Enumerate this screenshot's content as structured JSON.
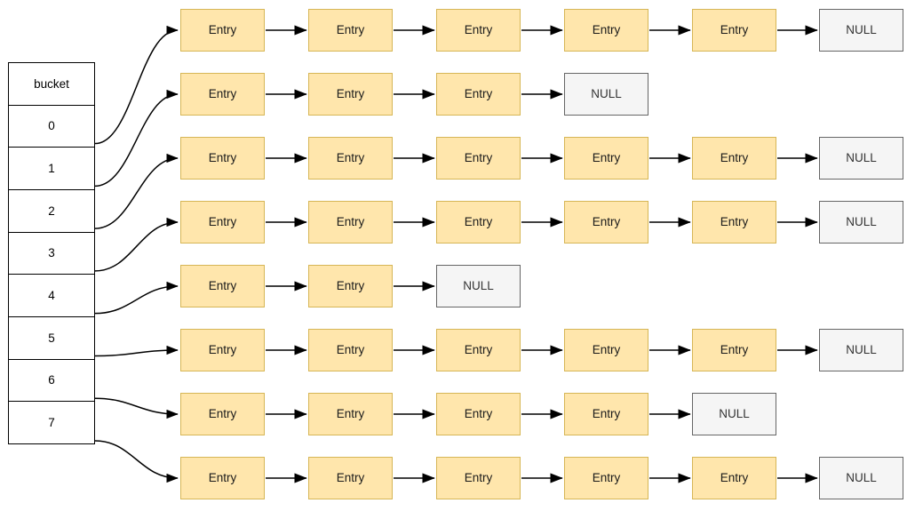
{
  "diagram": {
    "title": "hash-table-separate-chaining",
    "type": "hash-table-bucket-chains",
    "colors": {
      "entry_fill": "#ffe6ac",
      "entry_border": "#d6b656",
      "null_fill": "#f5f5f5",
      "null_border": "#666666",
      "table_border": "#000000",
      "arrow": "#000000",
      "background": "#ffffff"
    },
    "labels": {
      "entry": "Entry",
      "null": "NULL"
    }
  },
  "bucket_table": {
    "header": "bucket",
    "indices": [
      "0",
      "1",
      "2",
      "3",
      "4",
      "5",
      "6",
      "7"
    ]
  },
  "chains": [
    {
      "bucket": "0",
      "row": 0,
      "entry_count": 5,
      "nodes": [
        "Entry",
        "Entry",
        "Entry",
        "Entry",
        "Entry",
        "NULL"
      ]
    },
    {
      "bucket": "1",
      "row": 1,
      "entry_count": 3,
      "nodes": [
        "Entry",
        "Entry",
        "Entry",
        "NULL"
      ]
    },
    {
      "bucket": "2",
      "row": 2,
      "entry_count": 5,
      "nodes": [
        "Entry",
        "Entry",
        "Entry",
        "Entry",
        "Entry",
        "NULL"
      ]
    },
    {
      "bucket": "3",
      "row": 3,
      "entry_count": 5,
      "nodes": [
        "Entry",
        "Entry",
        "Entry",
        "Entry",
        "Entry",
        "NULL"
      ]
    },
    {
      "bucket": "4",
      "row": 4,
      "entry_count": 2,
      "nodes": [
        "Entry",
        "Entry",
        "NULL"
      ]
    },
    {
      "bucket": "5",
      "row": 5,
      "entry_count": 5,
      "nodes": [
        "Entry",
        "Entry",
        "Entry",
        "Entry",
        "Entry",
        "NULL"
      ]
    },
    {
      "bucket": "6",
      "row": 6,
      "entry_count": 4,
      "nodes": [
        "Entry",
        "Entry",
        "Entry",
        "Entry",
        "NULL"
      ]
    },
    {
      "bucket": "7",
      "row": 7,
      "entry_count": 5,
      "nodes": [
        "Entry",
        "Entry",
        "Entry",
        "Entry",
        "Entry",
        "NULL"
      ]
    }
  ]
}
